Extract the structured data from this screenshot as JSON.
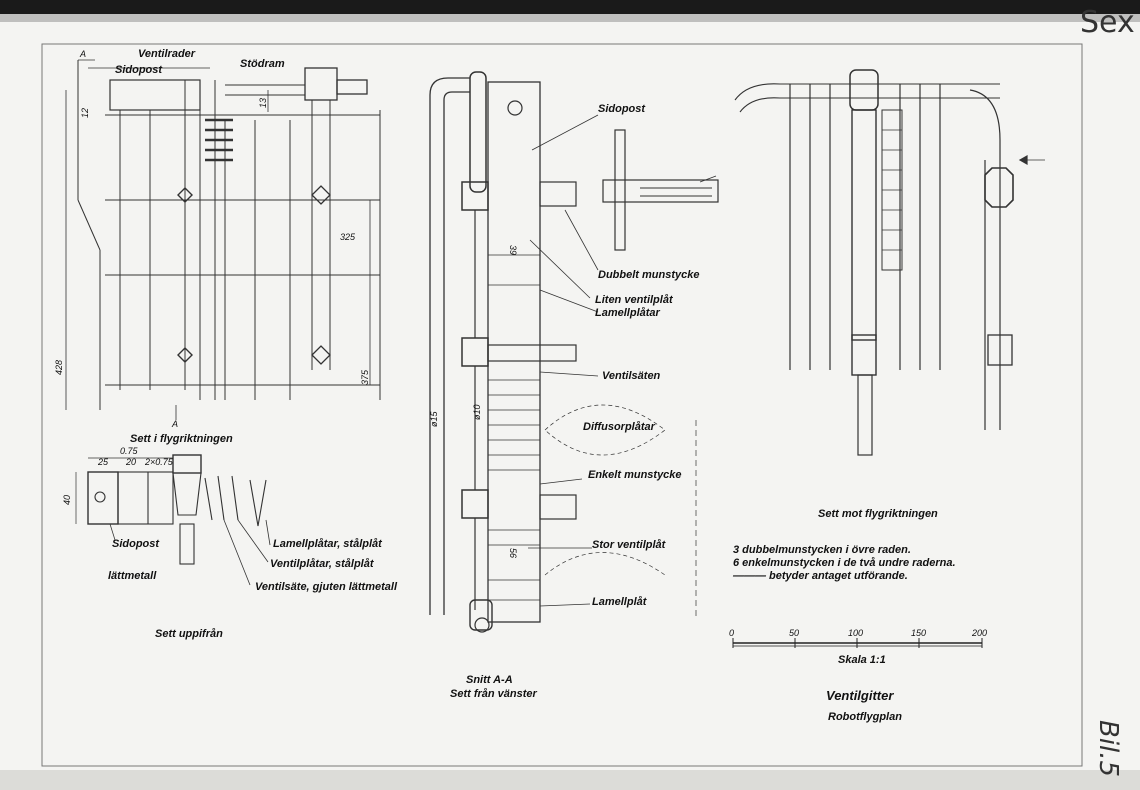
{
  "corner_mark": "Sex",
  "sheet_number": "Bil.5",
  "title": "Ventilgitter",
  "subtitle": "Robotflygplan",
  "left_view": {
    "section_mark": "A",
    "labels": {
      "ventilrader": "Ventilrader",
      "sidopost": "Sidopost",
      "stodram": "Stödram"
    },
    "dims": {
      "d12": "12",
      "d13": "13",
      "d325": "325",
      "d375": "375",
      "d428": "428"
    },
    "caption": "Sett i flygriktningen"
  },
  "top_view": {
    "dims": {
      "d25": "25",
      "d075": "0.75",
      "d20": "20",
      "d2x075": "2×0.75",
      "d40": "40"
    },
    "labels": {
      "lamellplatar": "Lamellplåtar, stålplåt",
      "ventilplatar": "Ventilplåtar, stålplåt",
      "ventilsate": "Ventilsäte, gjuten lättmetall",
      "sidopost1": "Sidopost",
      "sidopost2": "lättmetall"
    },
    "caption": "Sett uppifrån"
  },
  "section_view": {
    "labels": {
      "sidopost": "Sidopost",
      "dubbelt": "Dubbelt munstycke",
      "liten": "Liten ventilplåt",
      "lamellplatar": "Lamellplåtar",
      "ventilsaten": "Ventilsäten",
      "diffusor": "Diffusorplåtar",
      "enkelt": "Enkelt munstycke",
      "stor": "Stor ventilplåt",
      "lamellplat": "Lamellplåt"
    },
    "dims": {
      "d39": "39",
      "d15": "ø15",
      "d10": "ø10",
      "d56": "56"
    },
    "caption1": "Snitt A-A",
    "caption2": "Sett från vänster"
  },
  "right_view": {
    "caption": "Sett mot flygriktningen",
    "notes": [
      "3 dubbelmunstycken i övre raden.",
      "6 enkelmunstycken i de två undre raderna.",
      "——— betyder antaget utförande."
    ]
  },
  "scale_bar": {
    "ticks": [
      "0",
      "50",
      "100",
      "150",
      "200"
    ],
    "caption": "Skala 1:1"
  }
}
